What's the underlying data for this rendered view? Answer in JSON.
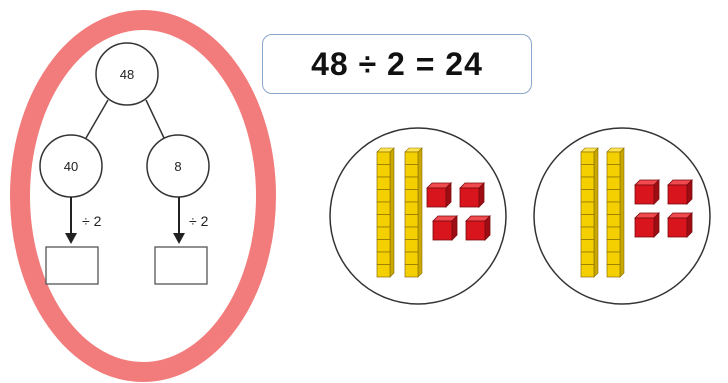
{
  "partition_tree": {
    "whole": "48",
    "tens_part": "40",
    "ones_part": "8",
    "left_operation": "÷ 2",
    "right_operation": "÷ 2",
    "left_answer": "",
    "right_answer": ""
  },
  "equation": {
    "text": "48 ÷ 2 = 24"
  },
  "place_value_groups": [
    {
      "tens_rods": 2,
      "ones_cubes": 4
    },
    {
      "tens_rods": 2,
      "ones_cubes": 4
    }
  ],
  "colors": {
    "highlight_ring": "#f27c7c",
    "tens_rod": "#f5d000",
    "ones_cube": "#d8141c",
    "outline": "#333333",
    "equation_border": "#8aa6c9"
  },
  "icons": [
    "down-arrow-icon"
  ]
}
